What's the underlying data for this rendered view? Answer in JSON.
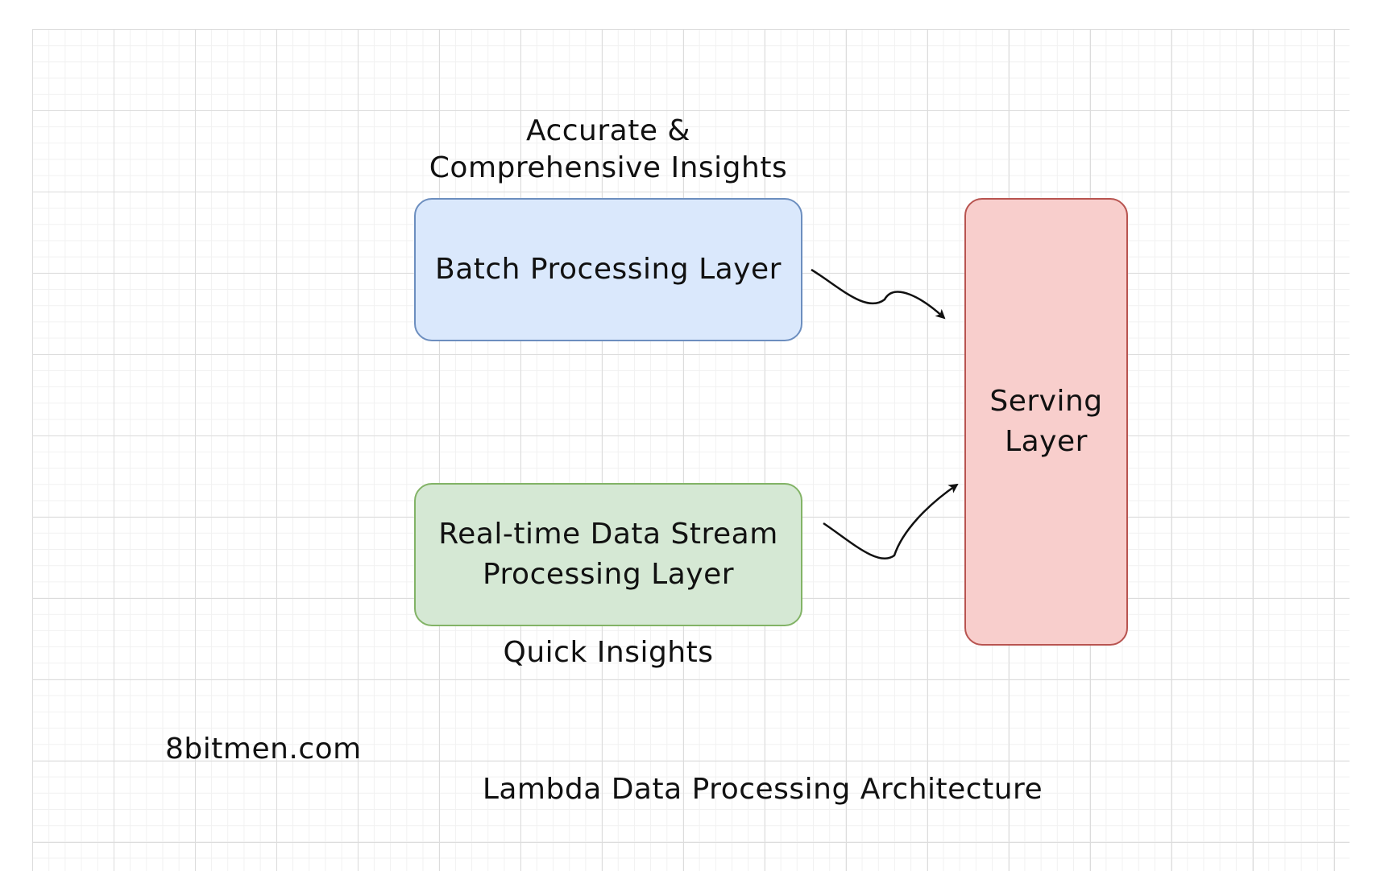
{
  "diagram": {
    "nodes": {
      "batch": {
        "label": "Batch Processing Layer"
      },
      "stream": {
        "line1": "Real-time Data Stream",
        "line2": "Processing Layer"
      },
      "serving": {
        "line1": "Serving",
        "line2": "Layer"
      }
    },
    "captions": {
      "batch_line1": "Accurate &",
      "batch_line2": "Comprehensive Insights",
      "stream": "Quick Insights"
    },
    "edges": [
      {
        "from": "Batch Processing Layer",
        "to": "Serving Layer"
      },
      {
        "from": "Real-time Data Stream Processing Layer",
        "to": "Serving Layer"
      }
    ],
    "site": "8bitmen.com",
    "title": "Lambda Data Processing Architecture"
  },
  "colors": {
    "batch_fill": "#dae8fc",
    "batch_stroke": "#6c8ebf",
    "stream_fill": "#d5e8d4",
    "stream_stroke": "#82b366",
    "serving_fill": "#f8cecc",
    "serving_stroke": "#b85450",
    "arrow": "#111111",
    "grid": "#dcdcdc"
  }
}
